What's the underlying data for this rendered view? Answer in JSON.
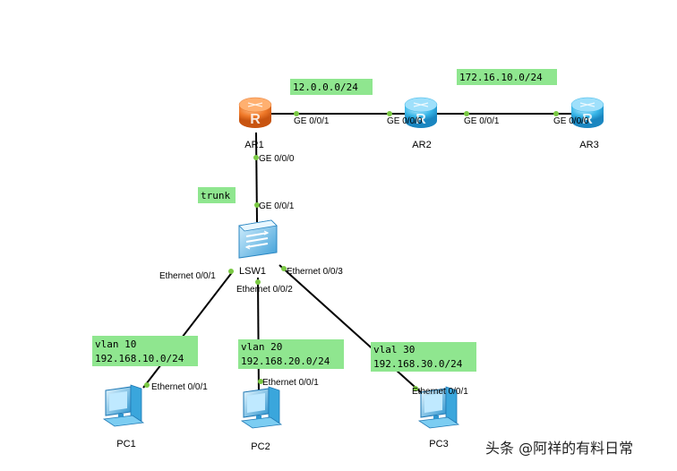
{
  "devices": {
    "ar1": {
      "name": "AR1"
    },
    "ar2": {
      "name": "AR2"
    },
    "ar3": {
      "name": "AR3"
    },
    "lsw1": {
      "name": "LSW1"
    },
    "pc1": {
      "name": "PC1"
    },
    "pc2": {
      "name": "PC2"
    },
    "pc3": {
      "name": "PC3"
    }
  },
  "ports": {
    "ar1_ge001": "GE 0/0/1",
    "ar2_ge000": "GE 0/0/0",
    "ar2_ge001": "GE 0/0/1",
    "ar3_ge000": "GE 0/0/0",
    "ar1_ge000": "GE 0/0/0",
    "lsw1_ge001": "GE 0/0/1",
    "lsw1_eth1": "Ethernet 0/0/1",
    "lsw1_eth2": "Ethernet 0/0/2",
    "lsw1_eth3": "Ethernet 0/0/3",
    "pc1_eth": "Ethernet 0/0/1",
    "pc2_eth": "Ethernet 0/0/1",
    "pc3_eth": "Ethernet 0/0/1"
  },
  "notes": {
    "net_12": "12.0.0.0/24",
    "net_172": "172.16.10.0/24",
    "trunk": "trunk",
    "vlan10_line1": "vlan 10",
    "vlan10_line2": "192.168.10.0/24",
    "vlan20_line1": "vlan 20",
    "vlan20_line2": "192.168.20.0/24",
    "vlan30_line1": "vlal 30",
    "vlan30_line2": "192.168.30.0/24"
  },
  "watermark": "头条 @阿祥的有料日常",
  "colors": {
    "note_bg": "#8fe68f",
    "port_dot": "#7ac943",
    "router_orange": "#f07a2a",
    "router_blue": "#38b6e8",
    "switch_blue": "#4aaee0",
    "pc_blue": "#3aa6dc"
  }
}
